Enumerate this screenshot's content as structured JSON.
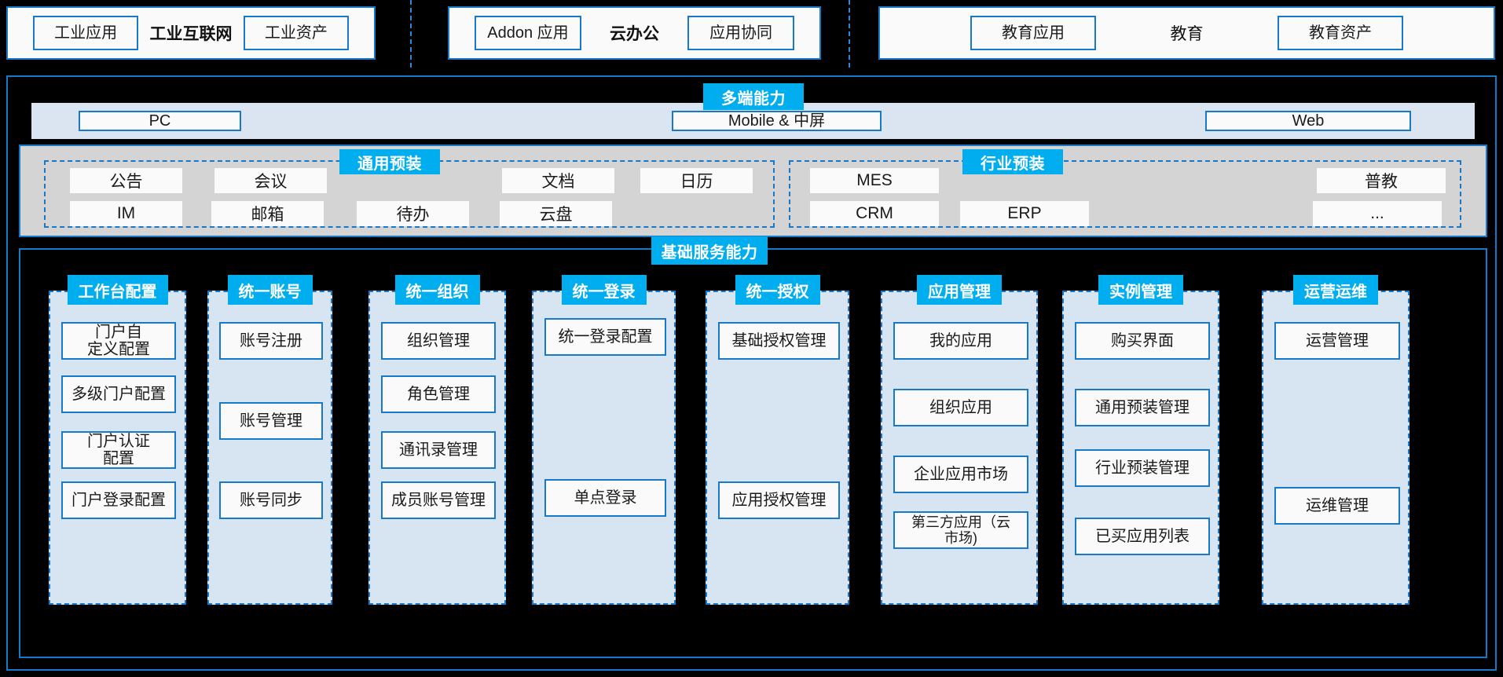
{
  "colors": {
    "accent": "#00aeef",
    "border_blue": "#1879c8",
    "band_light": "#dbe5f1",
    "band_gray": "#d4d4d4",
    "column_fill": "#d7e4f2",
    "chip_fill": "#fafafa",
    "background": "#000000"
  },
  "top_row": {
    "groups": [
      {
        "id": "industrial",
        "left_chip": "工业应用",
        "center_label": "工业互联网",
        "right_chip": "工业资产"
      },
      {
        "id": "cloud-office",
        "left_chip": "Addon 应用",
        "center_label": "云办公",
        "right_chip": "应用协同"
      },
      {
        "id": "education",
        "left_chip": "教育应用",
        "center_label": "教育",
        "right_chip": "教育资产"
      }
    ]
  },
  "multi_terminal": {
    "tag": "多端能力",
    "items": [
      "PC",
      "Mobile & 中屏",
      "Web"
    ]
  },
  "preinstall": {
    "common": {
      "tag": "通用预装",
      "row1": [
        "公告",
        "会议",
        "文档",
        "日历"
      ],
      "row2": [
        "IM",
        "邮箱",
        "待办",
        "云盘"
      ]
    },
    "industry": {
      "tag": "行业预装",
      "row1": [
        "MES",
        "普教"
      ],
      "row2": [
        "CRM",
        "ERP",
        "..."
      ]
    }
  },
  "base_service": {
    "tag": "基础服务能力",
    "columns": [
      {
        "title": "工作台配置",
        "items": [
          "门户自\n定义配置",
          "多级门户配置",
          "门户认证\n配置",
          "门户登录配置"
        ]
      },
      {
        "title": "统一账号",
        "items": [
          "账号注册",
          "账号管理",
          "账号同步"
        ]
      },
      {
        "title": "统一组织",
        "items": [
          "组织管理",
          "角色管理",
          "通讯录管理",
          "成员账号管理"
        ]
      },
      {
        "title": "统一登录",
        "items": [
          "统一登录配置",
          "单点登录"
        ]
      },
      {
        "title": "统一授权",
        "items": [
          "基础授权管理",
          "应用授权管理"
        ]
      },
      {
        "title": "应用管理",
        "items": [
          "我的应用",
          "组织应用",
          "企业应用市场",
          "第三方应用（云\n市场)"
        ]
      },
      {
        "title": "实例管理",
        "items": [
          "购买界面",
          "通用预装管理",
          "行业预装管理",
          "已买应用列表"
        ]
      },
      {
        "title": "运营运维",
        "items": [
          "运营管理",
          "运维管理"
        ]
      }
    ]
  }
}
